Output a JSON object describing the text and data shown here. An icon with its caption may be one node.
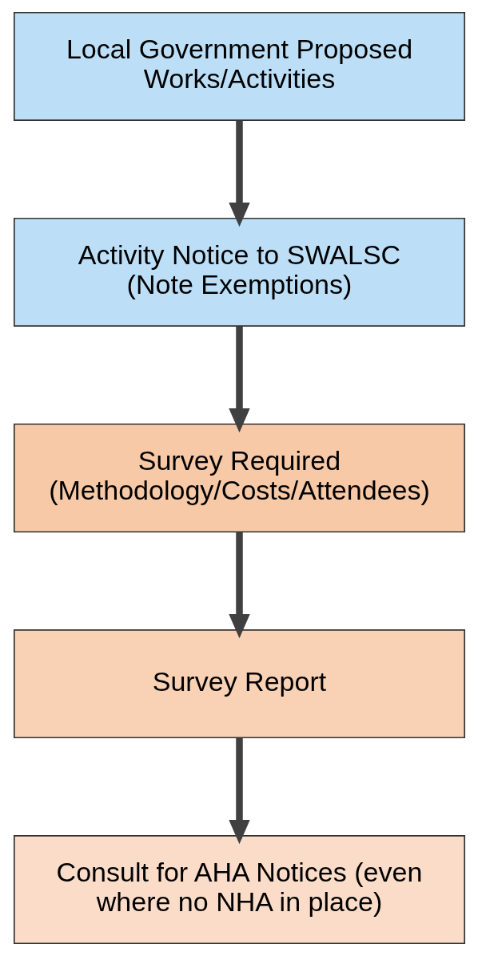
{
  "diagram": {
    "nodes": [
      {
        "text": [
          "Local Government Proposed Works/Activities"
        ]
      },
      {
        "text": [
          "Activity Notice to SWALSC (Note Exemptions)"
        ]
      },
      {
        "text": [
          "Survey Required (Methodology/Costs/Attendees)"
        ]
      },
      {
        "text": [
          "Survey Report"
        ]
      },
      {
        "text": [
          "Consult for AHA Notices (even where no NHA in place)"
        ]
      }
    ],
    "edges": [
      {
        "from": 0,
        "to": 1,
        "arrow": "to"
      },
      {
        "from": 1,
        "to": 2,
        "arrow": "to"
      },
      {
        "from": 2,
        "to": 3,
        "arrow": "to"
      },
      {
        "from": 3,
        "to": 4,
        "arrow": "to"
      }
    ]
  }
}
